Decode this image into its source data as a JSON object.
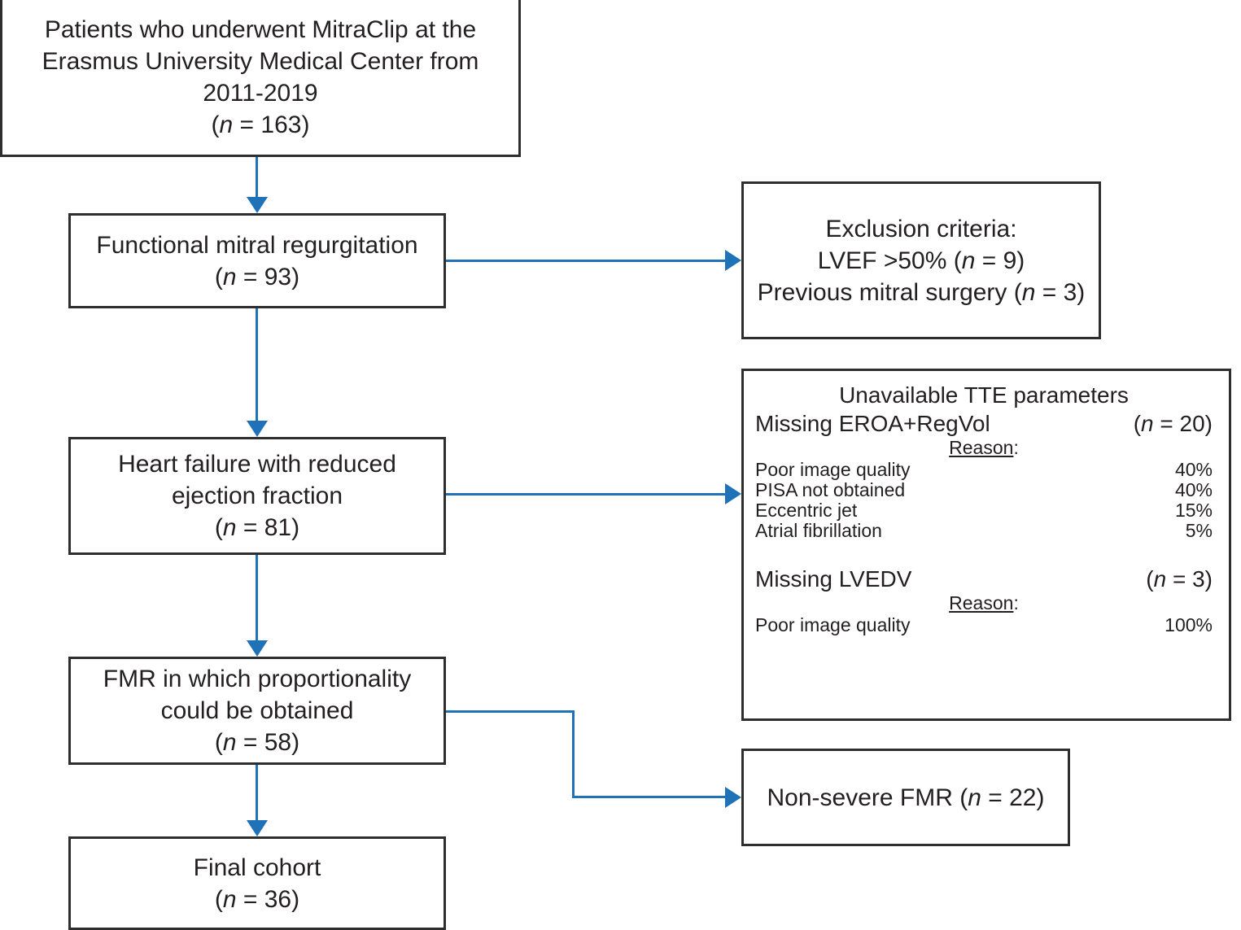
{
  "figure": {
    "type": "study-flow-diagram",
    "accent_color": "#1f72b8",
    "box_border_color": "#2e2e2e",
    "text_color": "#231f20"
  },
  "boxes": {
    "source": {
      "line1": "Patients who underwent MitraClip at the",
      "line2": "Erasmus University Medical Center from",
      "line3": "2011-2019",
      "n_open": "(",
      "n_italic": "n",
      "n_value": " = 163)"
    },
    "fmr": {
      "line1": "Functional mitral regurgitation",
      "n_open": "(",
      "n_italic": "n",
      "n_value": " = 93)"
    },
    "hfref": {
      "line1": "Heart failure with reduced",
      "line2": "ejection fraction",
      "n_open": "(",
      "n_italic": "n",
      "n_value": " = 81)"
    },
    "proportionality": {
      "line1": "FMR in which proportionality",
      "line2": "could be obtained",
      "n_open": "(",
      "n_italic": "n",
      "n_value": " = 58)"
    },
    "final": {
      "line1": "Final cohort",
      "n_open": "(",
      "n_italic": "n",
      "n_value": " = 36)"
    },
    "exclusion": {
      "title": "Exclusion criteria:",
      "item1_text": "LVEF >50% (",
      "item1_italic": "n",
      "item1_value": " = 9)",
      "item2_text": "Previous mitral surgery (",
      "item2_italic": "n",
      "item2_value": " = 3)"
    },
    "nonsevere": {
      "text": "Non-severe FMR (",
      "italic": "n",
      "value": " = 22)"
    },
    "tte": {
      "title": "Unavailable TTE parameters",
      "group1": {
        "label": "Missing EROA+RegVol",
        "n_open": "(",
        "n_italic": "n",
        "n_value": " = 20)",
        "reason_label": "Reason",
        "reason_colon": ":",
        "reasons": [
          {
            "label": "Poor image quality",
            "value": "40%"
          },
          {
            "label": "PISA not obtained",
            "value": "40%"
          },
          {
            "label": "Eccentric jet",
            "value": "15%"
          },
          {
            "label": "Atrial fibrillation",
            "value": "5%"
          }
        ]
      },
      "group2": {
        "label": "Missing LVEDV",
        "n_open": "(",
        "n_italic": "n",
        "n_value": " = 3)",
        "reason_label": "Reason",
        "reason_colon": ":",
        "reasons": [
          {
            "label": "Poor image quality",
            "value": "100%"
          }
        ]
      }
    }
  }
}
